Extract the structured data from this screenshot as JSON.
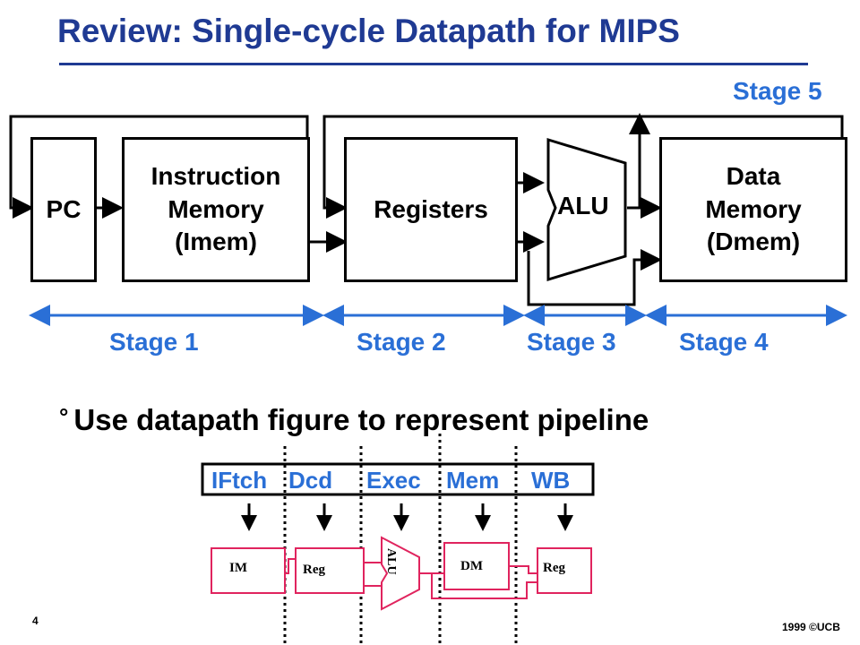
{
  "title": "Review: Single-cycle Datapath for MIPS",
  "stage5_label": "Stage 5",
  "blocks": {
    "pc": "PC",
    "imem": [
      "Instruction",
      "Memory",
      "(Imem)"
    ],
    "registers": "Registers",
    "alu": "ALU",
    "dmem": [
      "Data",
      "Memory",
      "(Dmem)"
    ]
  },
  "stages": [
    "Stage 1",
    "Stage 2",
    "Stage 3",
    "Stage 4"
  ],
  "bullet": "Use datapath figure to represent pipeline",
  "bullet_mark": "°",
  "pipeline_stages": [
    "IFtch",
    "Dcd",
    "Exec",
    "Mem",
    "WB"
  ],
  "mini_blocks": {
    "im": "IM",
    "reg1": "Reg",
    "alu": "ALU",
    "dm": "DM",
    "reg2": "Reg"
  },
  "colors": {
    "title": "#1f3a93",
    "stage": "#2a6fd6",
    "mini_box": "#e0245e"
  },
  "footer": {
    "page": "4",
    "copyright": "1999 ©UCB"
  }
}
